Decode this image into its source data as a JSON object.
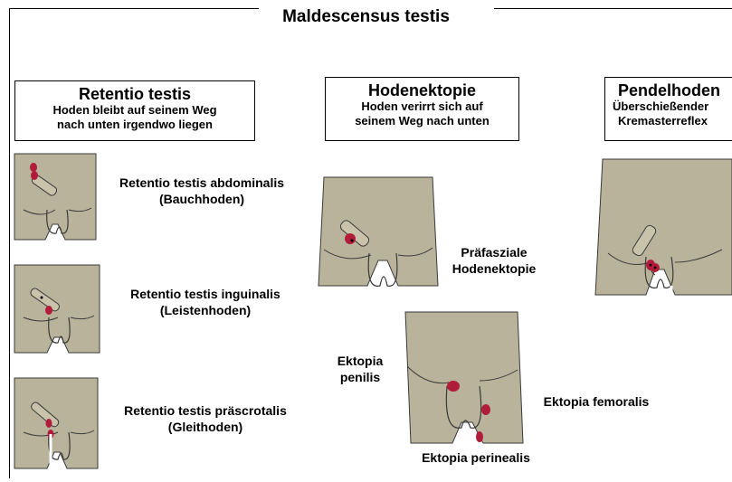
{
  "title": "Maldescensus testis",
  "sections": {
    "retentio": {
      "heading": "Retentio testis",
      "line1": "Hoden bleibt auf seinem Weg",
      "line2": "nach unten irgendwo liegen"
    },
    "ektopie": {
      "heading": "Hodenektopie",
      "line1": "Hoden verirrt sich auf",
      "line2": "seinem Weg nach unten"
    },
    "pendel": {
      "heading": "Pendelhoden",
      "line1": "Überschießender",
      "line2": "Kremasterreflex"
    }
  },
  "labels": {
    "abdominalis_1": "Retentio testis abdominalis",
    "abdominalis_2": "(Bauchhoden)",
    "inguinalis_1": "Retentio testis inguinalis",
    "inguinalis_2": "(Leistenhoden)",
    "praescrotalis_1": "Retentio testis präscrotalis",
    "praescrotalis_2": "(Gleithoden)",
    "praefasziale_1": "Präfasziale",
    "praefasziale_2": "Hodenektopie",
    "penilis_1": "Ektopia",
    "penilis_2": "penilis",
    "femoralis": "Ektopia femoralis",
    "perinealis": "Ektopia perinealis"
  },
  "colors": {
    "skin": "#b9b39b",
    "outline": "#3a3a3a",
    "testis": "#b01c3a"
  }
}
